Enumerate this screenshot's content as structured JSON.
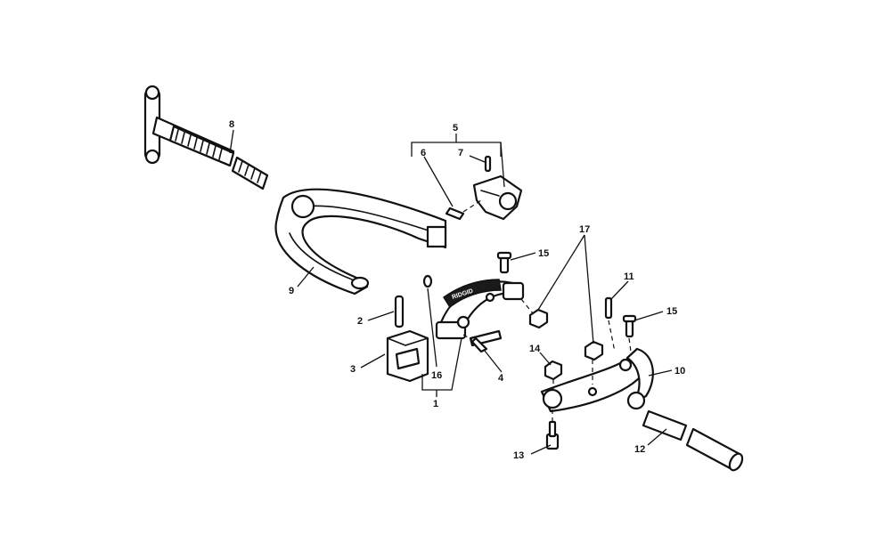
{
  "diagram": {
    "brand_mark": "RIDGID",
    "callouts": [
      {
        "id": "c1",
        "label": "1"
      },
      {
        "id": "c2",
        "label": "2"
      },
      {
        "id": "c3",
        "label": "3"
      },
      {
        "id": "c4",
        "label": "4"
      },
      {
        "id": "c5",
        "label": "5"
      },
      {
        "id": "c6",
        "label": "6"
      },
      {
        "id": "c7",
        "label": "7"
      },
      {
        "id": "c8",
        "label": "8"
      },
      {
        "id": "c9",
        "label": "9"
      },
      {
        "id": "c10",
        "label": "10"
      },
      {
        "id": "c11",
        "label": "11"
      },
      {
        "id": "c12",
        "label": "12"
      },
      {
        "id": "c13",
        "label": "13"
      },
      {
        "id": "c14",
        "label": "14"
      },
      {
        "id": "c15a",
        "label": "15"
      },
      {
        "id": "c15b",
        "label": "15"
      },
      {
        "id": "c16",
        "label": "16"
      },
      {
        "id": "c17",
        "label": "17"
      }
    ]
  }
}
